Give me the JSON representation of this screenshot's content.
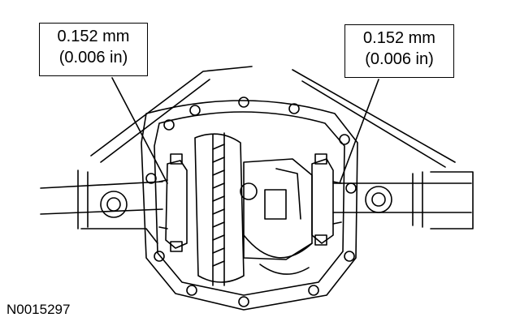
{
  "callouts": {
    "left": {
      "metric": "0.152 mm",
      "imperial": "(0.006 in)"
    },
    "right": {
      "metric": "0.152 mm",
      "imperial": "(0.006 in)"
    }
  },
  "figure_id": "N0015297"
}
